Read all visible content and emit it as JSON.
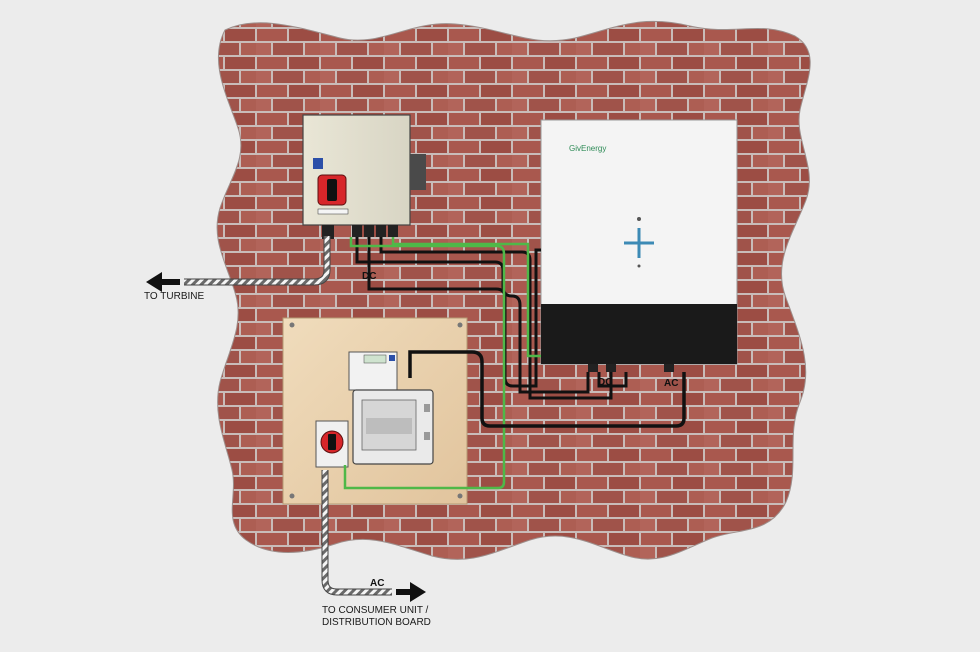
{
  "labels": {
    "to_turbine": "TO TURBINE",
    "dc_top": "DC",
    "dc_bottom": "DC",
    "ac_right": "AC",
    "ac_bottom": "AC",
    "consumer_line1": "TO CONSUMER UNIT /",
    "consumer_line2": "DISTRIBUTION BOARD"
  },
  "inverter": {
    "brand": "GivEnergy"
  },
  "colors": {
    "background": "#ececec",
    "brick": "#a9584e",
    "mortar": "#c9bcb9",
    "cable_black": "#111111",
    "cable_green": "#4fb848",
    "board": "#e9d2b0",
    "isolator_red": "#d7262a"
  },
  "icons": {
    "arrow": "arrow-icon",
    "inverter_status": "status-cross-icon",
    "isolator": "rotary-isolator-icon"
  }
}
